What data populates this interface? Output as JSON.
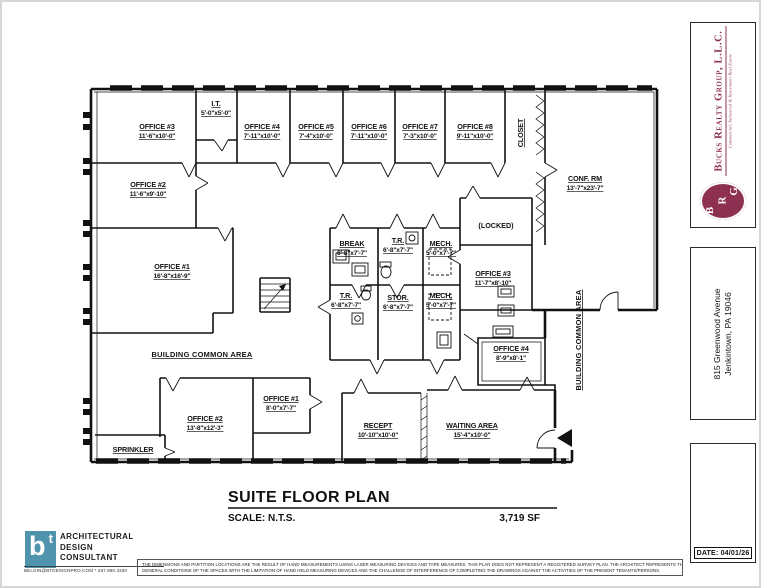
{
  "title_block": {
    "title": "SUITE FLOOR PLAN",
    "scale": "SCALE:  N.T.S.",
    "area": "3,719 SF"
  },
  "rooms": [
    {
      "name": "OFFICE #3",
      "dims": "11'-6\"x10'-0\""
    },
    {
      "name": "I.T.",
      "dims": "5'-0\"x5'-0\""
    },
    {
      "name": "OFFICE #4",
      "dims": "7'-11\"x10'-0\""
    },
    {
      "name": "OFFICE #5",
      "dims": "7'-4\"x10'-0\""
    },
    {
      "name": "OFFICE #6",
      "dims": "7'-11\"x10'-0\""
    },
    {
      "name": "OFFICE #7",
      "dims": "7'-3\"x10'-0\""
    },
    {
      "name": "OFFICE #8",
      "dims": "9'-11\"x10'-0\""
    },
    {
      "name": "CLOSET"
    },
    {
      "name": "CONF. RM",
      "dims": "13'-7\"x23'-7\""
    },
    {
      "name": "(LOCKED)"
    },
    {
      "name": "BREAK",
      "dims": "6'-8\"x7'-7\""
    },
    {
      "name": "T.R.",
      "dims": "6'-8\"x7'-7\""
    },
    {
      "name": "MECH.",
      "dims": "5'-0\"x7'-7\""
    },
    {
      "name": "OFFICE #3",
      "dims": "11'-7\"x8'-10\""
    },
    {
      "name": "T.R.",
      "dims": "6'-8\"x7'-7\""
    },
    {
      "name": "STOR.",
      "dims": "6'-8\"x7'-7\""
    },
    {
      "name": "MECH.",
      "dims": "5'-0\"x7'-7\""
    },
    {
      "name": "OFFICE #1",
      "dims": "16'-8\"x16'-9\""
    },
    {
      "name": "OFFICE #2",
      "dims": "11'-6\"x9'-10\""
    },
    {
      "name": "OFFICE #4",
      "dims": "8'-9\"x8'-1\""
    },
    {
      "name": "OFFICE #2",
      "dims": "13'-8\"x12'-3\""
    },
    {
      "name": "OFFICE #1",
      "dims": "8'-0\"x7'-7\""
    },
    {
      "name": "SPRINKLER"
    },
    {
      "name": "RECEPT",
      "dims": "10'-10\"x10'-0\""
    },
    {
      "name": "WAITING AREA",
      "dims": "15'-4\"x10'-0\""
    }
  ],
  "common_areas": {
    "horizontal": "BUILDING COMMON AREA",
    "vertical": "BUILDING COMMON AREA"
  },
  "sidebar": {
    "company": "Bucks Realty Group, L.L.C.",
    "tagline": "Commercial, Industrial & Investment Real Estate",
    "logo_letters": [
      "B",
      "R",
      "G"
    ],
    "address_line1": "815 Greenwood Avenue",
    "address_line2": "Jenkintown, PA 19046",
    "date_label": "DATE: 04/01/26"
  },
  "consultant": {
    "logo_b": "b",
    "logo_t": "t",
    "line1": "ARCHITECTURAL",
    "line2": "DESIGN",
    "line3": "CONSULTANT",
    "contact": "BELGIN@BTDESIGNPRO.COM * 267.980.3330"
  },
  "disclaimer": {
    "line1": "THE DIMENSIONS AND PARTITION LOCATIONS ARE THE RESULT OF HAND MEASUREMENTS USING LASER MEASURING DEVICES AND TAPE MEASURES. THIS PLAN DOES NOT REPRESENT A REGISTERED SURVEY PLAN. THE ARCHITECT REPRESENTS THAT THESE PLANS REFLECT THE",
    "line2": "GENERAL CONDITIONS OF THE SPACES WITH THE LIMITATION OF HAND HELD MEASURING DEVICES AND THE CHALLENGE OF INTERFERENCE OF COMPLETING THE DRAWINGS AGAINST THE ACTIVITIES OF THE PRESENT TENANTS/PERSONS."
  },
  "colors": {
    "wall": "#111111",
    "maroon": "#8d3051",
    "teal": "#4f93ad"
  }
}
